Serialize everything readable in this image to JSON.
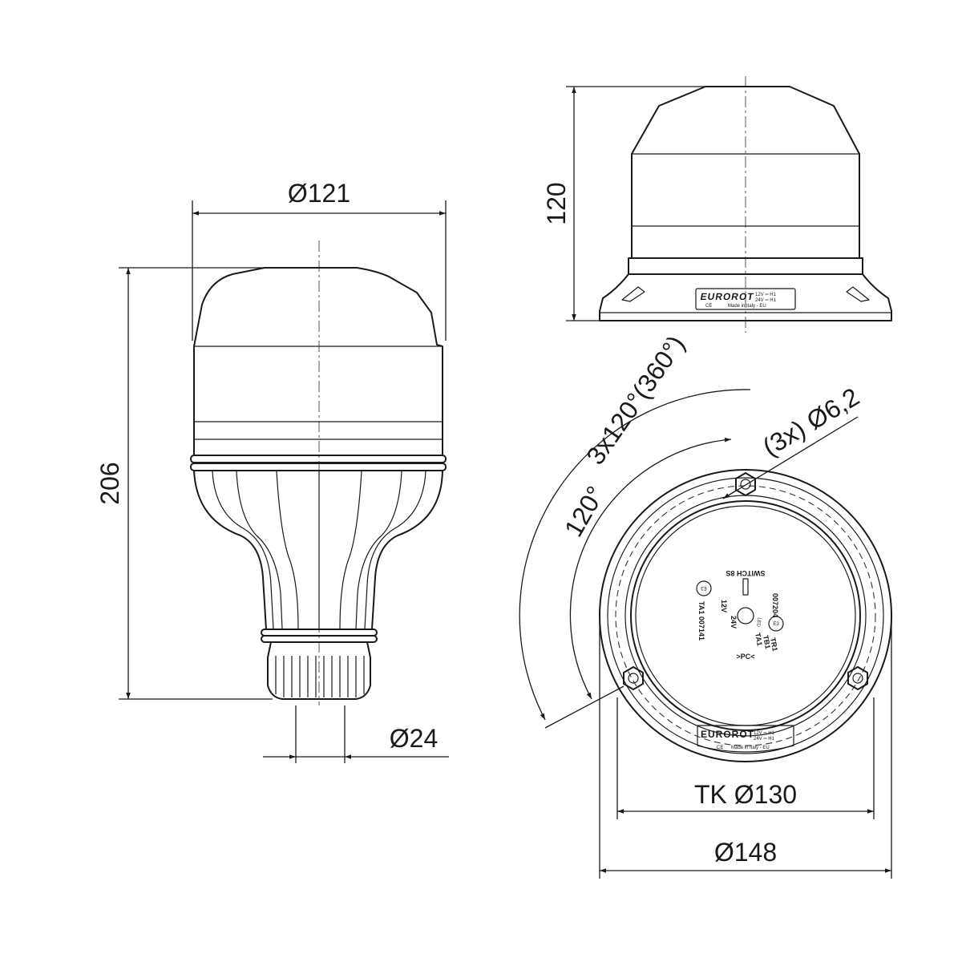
{
  "dimensions": {
    "side_diameter": "Ø121",
    "side_height": "206",
    "stem_diameter": "Ø24",
    "front_height": "120",
    "bolt_angle_total": "3x120°(360°)",
    "bolt_angle": "120°",
    "bolt_holes": "(3x) Ø6,2",
    "bolt_circle": "TK Ø130",
    "base_diameter": "Ø148"
  },
  "label": {
    "brand": "EUROROT",
    "volt_12": "12V ═ H1",
    "volt_24": "24V ═ H1",
    "ce": "CE",
    "origin": "Made in Italy - EU"
  },
  "top_view": {
    "switch_label": "SWITCH 8S",
    "led_label": "LED",
    "code_right": "007204",
    "type_right_1": "TA1",
    "type_right_2": "TB1",
    "type_right_3": "TR1",
    "mark_right": "E3",
    "pc_label": ">PC<",
    "code_left": "TA1 007141",
    "volt_left_1": "12V",
    "volt_left_2": "24V",
    "mark_left": "E3"
  }
}
